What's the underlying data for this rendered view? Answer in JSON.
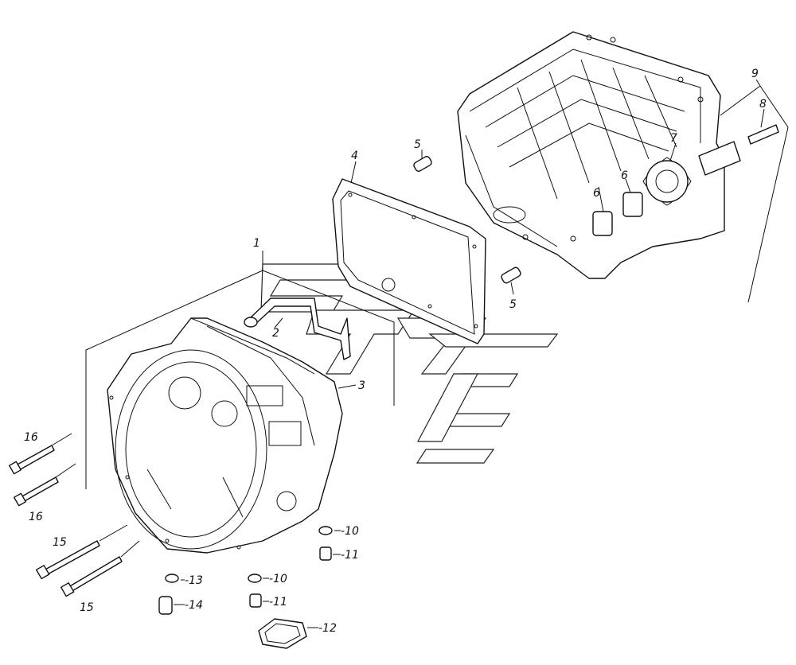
{
  "diagram": {
    "callouts": {
      "c1": "1",
      "c2": "2",
      "c3": "3",
      "c4": "4",
      "c5a": "5",
      "c5b": "5",
      "c6a": "6",
      "c6b": "6",
      "c7": "7",
      "c8": "8",
      "c9": "9",
      "c10a": "-10",
      "c10b": "-10",
      "c11a": "-11",
      "c11b": "-11",
      "c12": "-12",
      "c13": "-13",
      "c14": "-14",
      "c15a": "15",
      "c15b": "15",
      "c16a": "16",
      "c16b": "16"
    }
  }
}
